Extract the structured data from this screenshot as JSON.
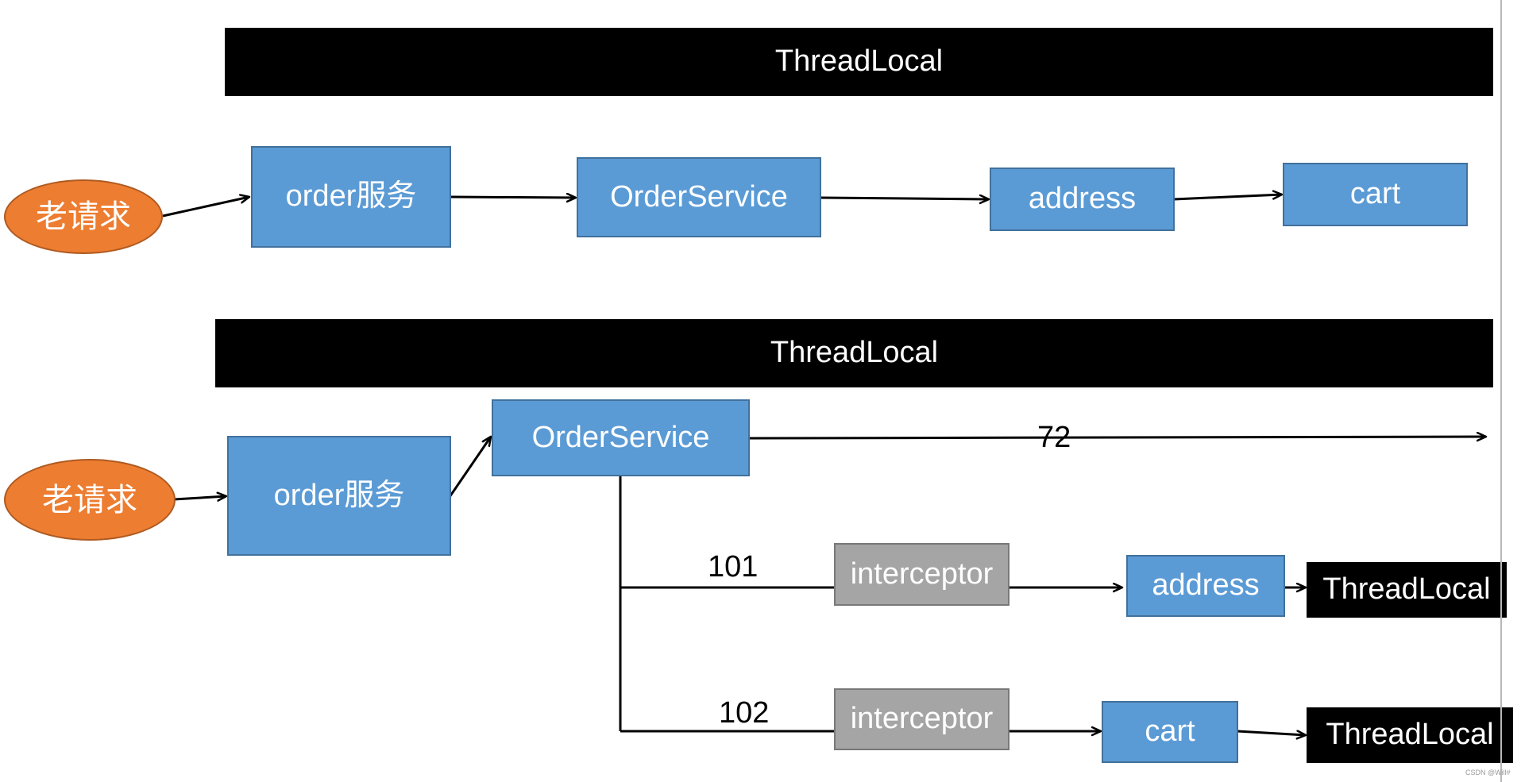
{
  "top_diagram": {
    "banner": "ThreadLocal",
    "request": "老请求",
    "order_service_module": "order服务",
    "order_service": "OrderService",
    "address": "address",
    "cart": "cart"
  },
  "bottom_diagram": {
    "banner": "ThreadLocal",
    "request": "老请求",
    "order_service_module": "order服务",
    "order_service": "OrderService",
    "edge_label_main": "72",
    "edge_label_branch_1": "101",
    "edge_label_branch_2": "102",
    "interceptor_1": "interceptor",
    "interceptor_2": "interceptor",
    "address": "address",
    "cart": "cart",
    "threadlocal_1": "ThreadLocal",
    "threadlocal_2": "ThreadLocal"
  },
  "footer": {
    "watermark": "CSDN @Will#"
  },
  "colors": {
    "service_box": "#5b9bd5",
    "service_border": "#41719c",
    "request_ellipse": "#ed7d31",
    "interceptor_box": "#a5a5a5",
    "banner": "#000000",
    "edge": "#000000"
  }
}
